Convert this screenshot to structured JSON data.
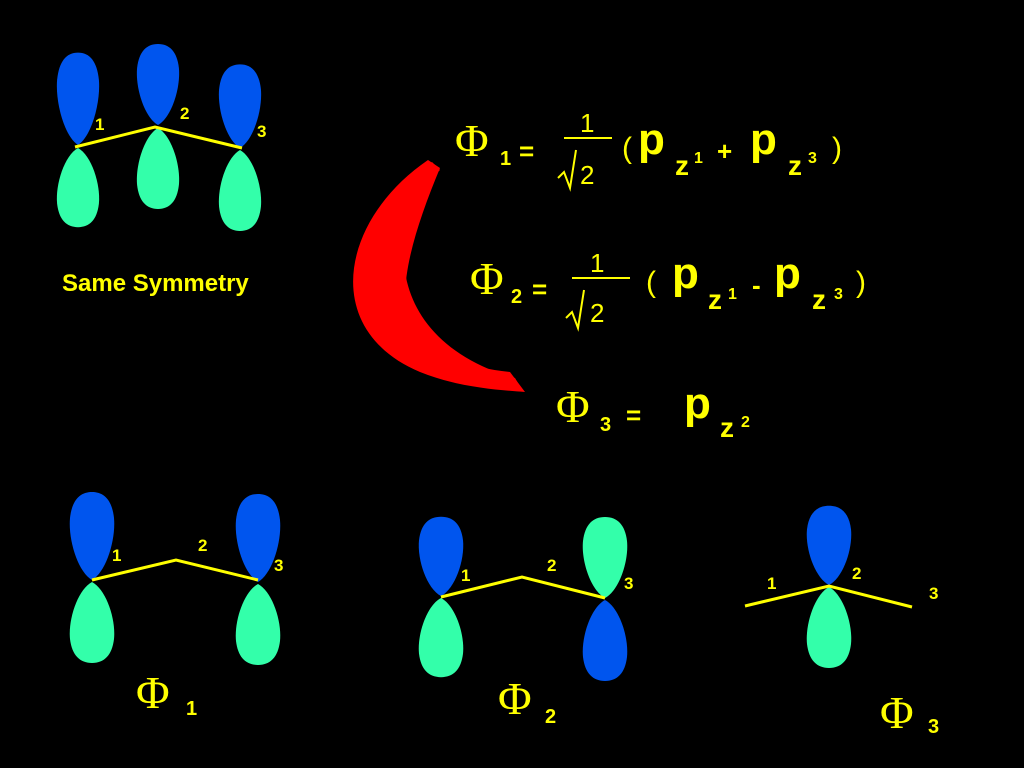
{
  "colors": {
    "background": "#000000",
    "text": "#ffff00",
    "lobe_blue": "#0055ee",
    "lobe_green": "#33ffaa",
    "arrow": "#ff0000"
  },
  "caption": "Same Symmetry",
  "atom_labels": [
    "1",
    "2",
    "3"
  ],
  "equations": {
    "phi1": {
      "symbol": "Φ",
      "index": "1",
      "eq": "=",
      "frac_num": "1",
      "frac_den": "2",
      "open": "(",
      "close": ")",
      "p": "p",
      "z": "z",
      "i1": "1",
      "op": "+",
      "i2": "3"
    },
    "phi2": {
      "symbol": "Φ",
      "index": "2",
      "eq": "=",
      "frac_num": "1",
      "frac_den": "2",
      "open": "(",
      "close": ")",
      "p": "p",
      "z": "z",
      "i1": "1",
      "op": "-",
      "i2": "3"
    },
    "phi3": {
      "symbol": "Φ",
      "index": "3",
      "eq": "=",
      "p": "p",
      "z": "z",
      "i1": "2"
    }
  },
  "mo_labels": [
    {
      "symbol": "Φ",
      "index": "1"
    },
    {
      "symbol": "Φ",
      "index": "2"
    },
    {
      "symbol": "Φ",
      "index": "3"
    }
  ]
}
